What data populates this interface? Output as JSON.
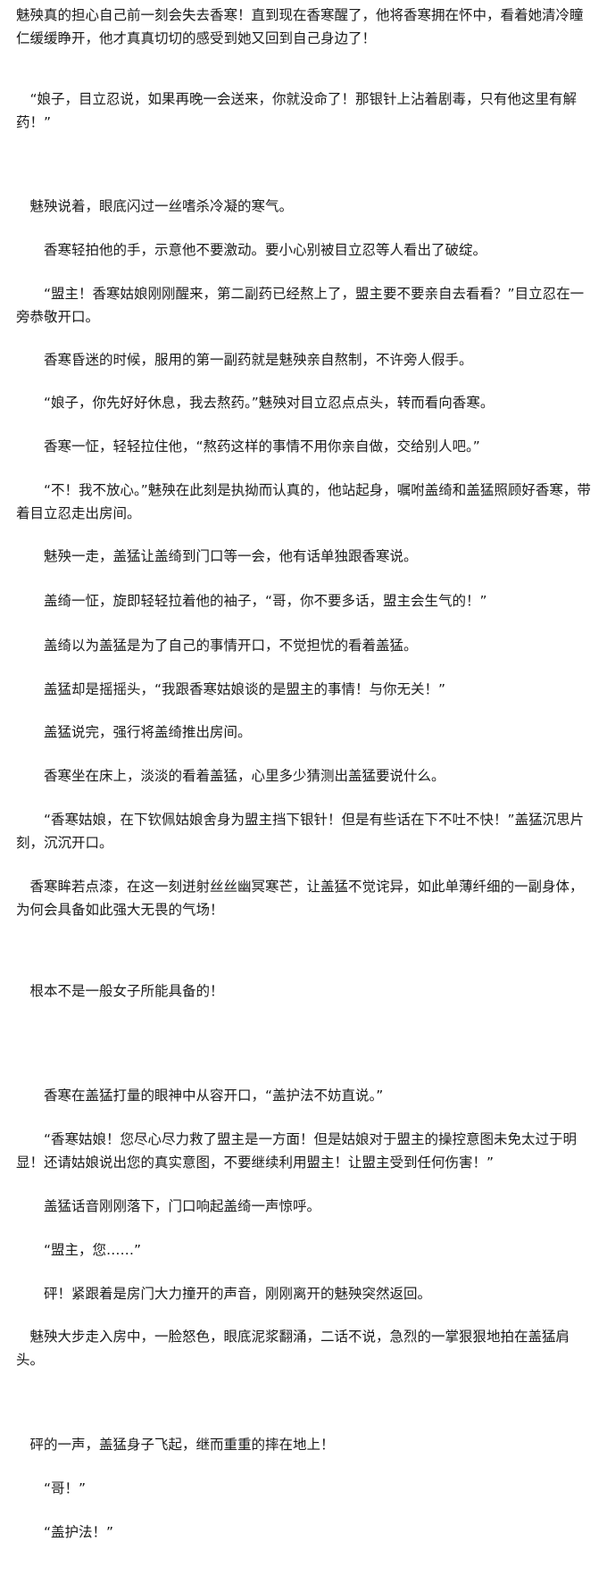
{
  "article": {
    "paragraphs": [
      "魅殃真的担心自己前一刻会失去香寒！直到现在香寒醒了，他将香寒拥在怀中，看着她清冷瞳仁缓缓睁开，他才真真切切的感受到她又回到自己身边了！",
      "　“娘子，目立忍说，如果再晚一会送来，你就没命了！那银针上沾着剧毒，只有他这里有解药！”",
      "　魅殃说着，眼底闪过一丝嗜杀冷凝的寒气。",
      "　　香寒轻拍他的手，示意他不要激动。要小心别被目立忍等人看出了破绽。",
      "　　“盟主！香寒姑娘刚刚醒来，第二副药已经熬上了，盟主要不要亲自去看看？”目立忍在一旁恭敬开口。",
      "　　香寒昏迷的时候，服用的第一副药就是魅殃亲自熬制，不许旁人假手。",
      "　　“娘子，你先好好休息，我去熬药。”魅殃对目立忍点点头，转而看向香寒。",
      "　　香寒一怔，轻轻拉住他，“熬药这样的事情不用你亲自做，交给别人吧。”",
      "　　“不！我不放心。”魅殃在此刻是执拗而认真的，他站起身，嘱咐盖绮和盖猛照顾好香寒，带着目立忍走出房间。",
      "　　魅殃一走，盖猛让盖绮到门口等一会，他有话单独跟香寒说。",
      "　　盖绮一怔，旋即轻轻拉着他的袖子，“哥，你不要多话，盟主会生气的！”",
      "　　盖绮以为盖猛是为了自己的事情开口，不觉担忧的看着盖猛。",
      "　　盖猛却是摇摇头，“我跟香寒姑娘谈的是盟主的事情！与你无关！”",
      "　　盖猛说完，强行将盖绮推出房间。",
      "　　香寒坐在床上，淡淡的看着盖猛，心里多少猜测出盖猛要说什么。",
      "　　“香寒姑娘，在下钦佩姑娘舍身为盟主挡下银针！但是有些话在下不吐不快！”盖猛沉思片刻，沉沉开口。",
      "　香寒眸若点漆，在这一刻迸射丝丝幽冥寒芒，让盖猛不觉诧异，如此单薄纤细的一副身体，为何会具备如此强大无畏的气场！",
      "　根本不是一般女子所能具备的！",
      "　　香寒在盖猛打量的眼神中从容开口，“盖护法不妨直说。”",
      "　　“香寒姑娘！您尽心尽力救了盟主是一方面！但是姑娘对于盟主的操控意图未免太过于明显！还请姑娘说出您的真实意图，不要继续利用盟主！让盟主受到任何伤害！”",
      "　　盖猛话音刚刚落下，门口响起盖绮一声惊呼。",
      "　　“盟主，您……”",
      "　　砰！紧跟着是房门大力撞开的声音，刚刚离开的魅殃突然返回。",
      "　魅殃大步走入房中，一脸怒色，眼底泥浆翻涌，二话不说，急烈的一掌狠狠地拍在盖猛肩头。",
      "　砰的一声，盖猛身子飞起，继而重重的摔在地上！",
      "　　“哥！”",
      "　　“盖护法！”"
    ]
  }
}
